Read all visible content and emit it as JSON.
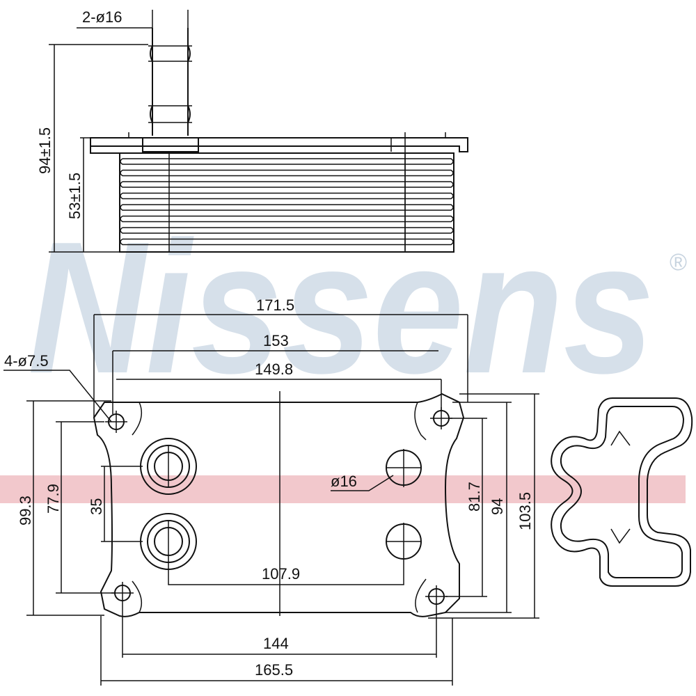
{
  "watermark": {
    "brand": "Nissens",
    "registered_mark": "®",
    "brand_color": "#d6e0ea",
    "band_color": "#f2c8cc"
  },
  "side_view": {
    "pipe_label": "2-ø16",
    "overall_height": "94±1.5",
    "body_height": "53±1.5"
  },
  "top_view": {
    "width_outer": "171.5",
    "width_mid": "153",
    "width_inner": "149.8",
    "holes_label": "4-ø7.5",
    "port_label": "ø16",
    "port_spacing": "35",
    "height_left_outer": "99.3",
    "height_left_inner": "77.9",
    "height_right_a": "81.7",
    "height_right_b": "94",
    "height_right_outer": "103.5",
    "port_offset": "107.9",
    "bolt_spacing": "144",
    "width_bottom": "165.5"
  },
  "colors": {
    "line": "#111111"
  }
}
